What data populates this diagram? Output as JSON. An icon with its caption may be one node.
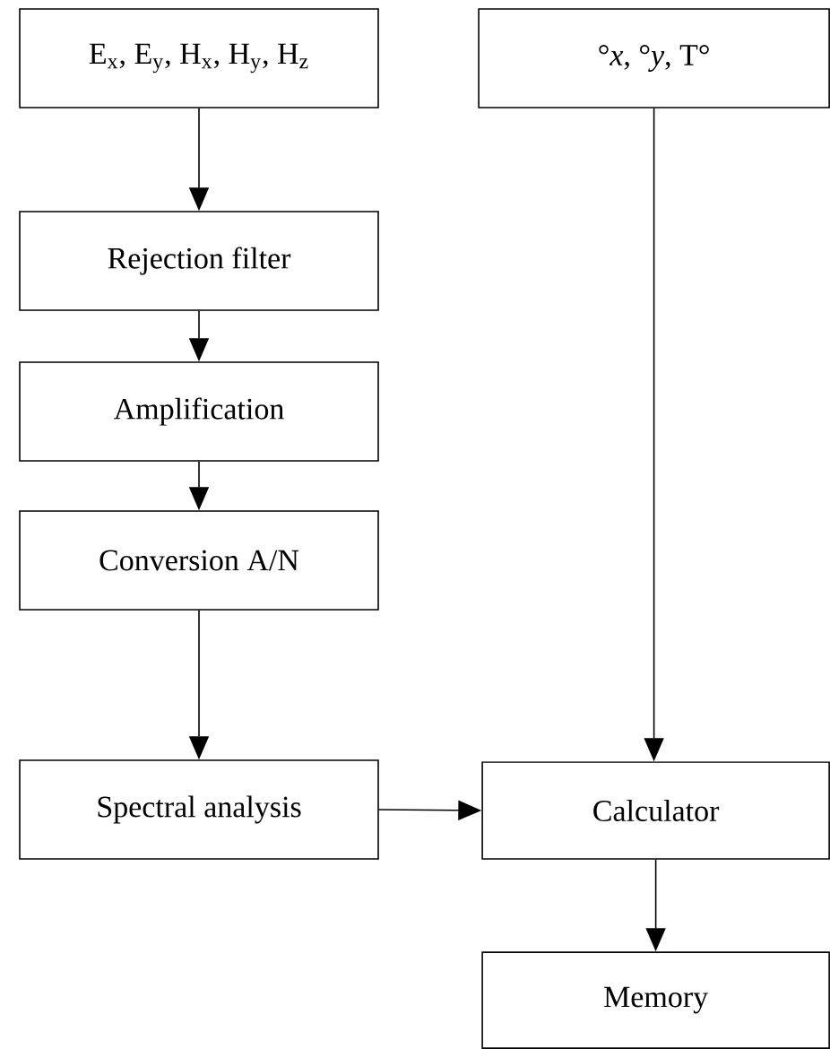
{
  "diagram": {
    "nodes": [
      {
        "text": [
          "E$_{x}$, E$_{y}$, H$_{x}$, H$_{y}$, H$_{z}$"
        ]
      },
      {
        "text": [
          "Rejection filter"
        ]
      },
      {
        "text": [
          "Amplification"
        ]
      },
      {
        "text": [
          "Conversion A/N"
        ]
      },
      {
        "text": [
          "Spectral analysis"
        ]
      },
      {
        "text": [
          "°*x*, °*y*, T°"
        ]
      },
      {
        "text": [
          "Calculator"
        ]
      },
      {
        "text": [
          "Memory"
        ]
      }
    ],
    "edges": [
      {
        "from": 0,
        "to": 1,
        "arrow": "to"
      },
      {
        "from": 1,
        "to": 2,
        "arrow": "to"
      },
      {
        "from": 2,
        "to": 3,
        "arrow": "to"
      },
      {
        "from": 3,
        "to": 4,
        "arrow": "to"
      },
      {
        "from": 4,
        "to": 6,
        "arrow": "to"
      },
      {
        "from": 5,
        "to": 6,
        "arrow": "to"
      },
      {
        "from": 6,
        "to": 7,
        "arrow": "to"
      }
    ]
  }
}
